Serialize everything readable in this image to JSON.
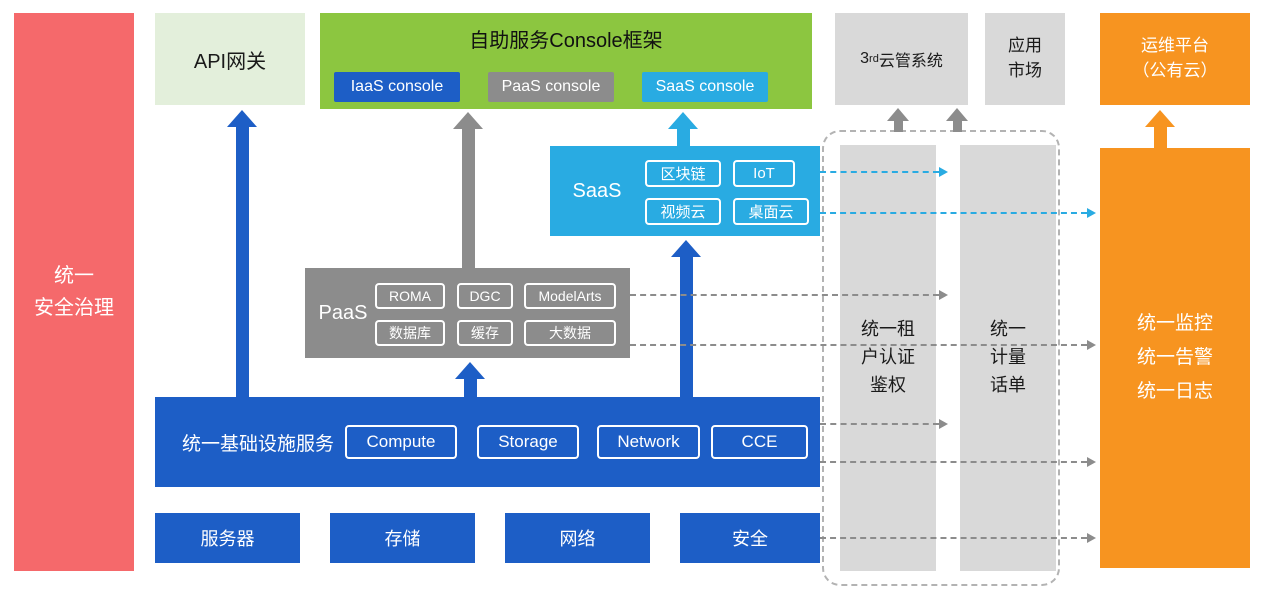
{
  "diagram": {
    "security_bar": {
      "label": "统一\n安全治理"
    },
    "api_gateway": {
      "label": "API网关"
    },
    "console_frame": {
      "title": "自助服务Console框架",
      "consoles": [
        "IaaS console",
        "PaaS console",
        "SaaS console"
      ]
    },
    "third_party_cms": {
      "prefix": "3",
      "sup": "rd",
      "suffix": "云管系统"
    },
    "app_market": {
      "label": "应用\n市场"
    },
    "ops_platform": {
      "label": "运维平台\n（公有云）"
    },
    "saas": {
      "label": "SaaS",
      "items": [
        "区块链",
        "IoT",
        "视频云",
        "桌面云"
      ]
    },
    "paas": {
      "label": "PaaS",
      "items": [
        "ROMA",
        "DGC",
        "ModelArts",
        "数据库",
        "缓存",
        "大数据"
      ]
    },
    "iaas": {
      "label": "统一基础设施服务",
      "items": [
        "Compute",
        "Storage",
        "Network",
        "CCE"
      ]
    },
    "hardware": {
      "items": [
        "服务器",
        "存储",
        "网络",
        "安全"
      ]
    },
    "auth_bar": {
      "label": "统一租\n户认证\n鉴权"
    },
    "metering_bar": {
      "label": "统一\n计量\n话单"
    },
    "monitoring_bar": {
      "label": "统一监控\n统一告警\n统一日志"
    }
  },
  "colors": {
    "blue": "#1d5ec6",
    "light_blue": "#29abe2",
    "green": "#8cc640",
    "light_green": "#e3efdb",
    "gray": "#8c8c8c",
    "light_gray": "#d9d9d9",
    "orange": "#f79420",
    "red": "#f5696b",
    "dashed_border": "#b3b3b3"
  }
}
